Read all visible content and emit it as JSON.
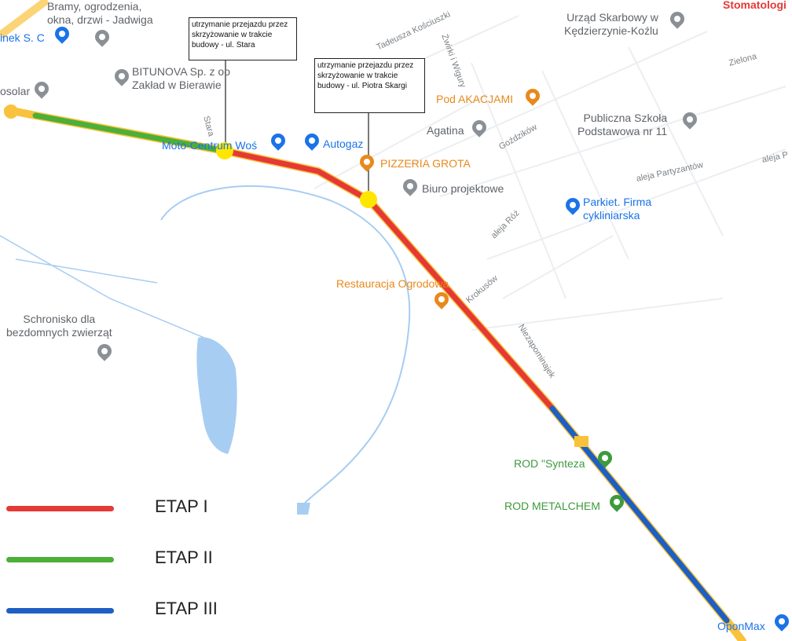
{
  "callouts": [
    {
      "text": "utrzymanie przejazdu przez skrzyżowanie w trakcie budowy - ul. Stara"
    },
    {
      "text": "utrzymanie przejazdu przez skrzyżowanie w trakcie budowy - ul. Piotra Skargi"
    }
  ],
  "pois": {
    "bramy": "Bramy, ogrodzenia,",
    "bramy2": "okna, drzwi -  Jadwiga",
    "sklep": "inek S. C",
    "bitunova": "BITUNOVA Sp. z oo",
    "bitunova2": "Zakład w Bierawie",
    "osolar": "osolar",
    "moto": "Moto-Centrum Woś",
    "autogaz": "Autogaz",
    "pizzeria": "PIZZERIA GROTA",
    "biuro": "Biuro projektowe",
    "akacjami": "Pod AKACJAMI",
    "agatina": "Agatina",
    "urzad": "Urząd Skarbowy w",
    "urzad2": "Kędzierzynie-Koźlu",
    "stomatologia": "Stomatologi",
    "szkola": "Publiczna Szkoła",
    "szkola2": "Podstawowa nr 11",
    "parkiet": "Parkiet. Firma",
    "parkiet2": "cykliniarska",
    "restauracja": "Restauracja Ogrodowa",
    "schronisko": "Schronisko dla",
    "schronisko2": "bezdomnych zwierząt",
    "synteza": "ROD \"Synteza",
    "metalchem": "ROD METALCHEM",
    "oponmax": "OponMax"
  },
  "streets": {
    "kosciuszki": "Tadeusza Kościuszki",
    "zwirki": "Żwirki i Wigury",
    "stara": "Stara",
    "zielona": "Zielona",
    "gozdzikow": "Goździków",
    "partyzantow": "aleja Partyzantów",
    "aleja": "aleja P",
    "roz": "aleja Róż",
    "krokusow": "Krokusów",
    "niezapominajek": "Niezapominajek"
  },
  "legend": [
    {
      "label": "ETAP I",
      "color": "#e53935"
    },
    {
      "label": "ETAP II",
      "color": "#4caf38"
    },
    {
      "label": "ETAP III",
      "color": "#1e5fc4"
    }
  ],
  "colors": {
    "road": "#f9c23c",
    "marker": "#ffe600",
    "water": "#a7cdf2"
  }
}
